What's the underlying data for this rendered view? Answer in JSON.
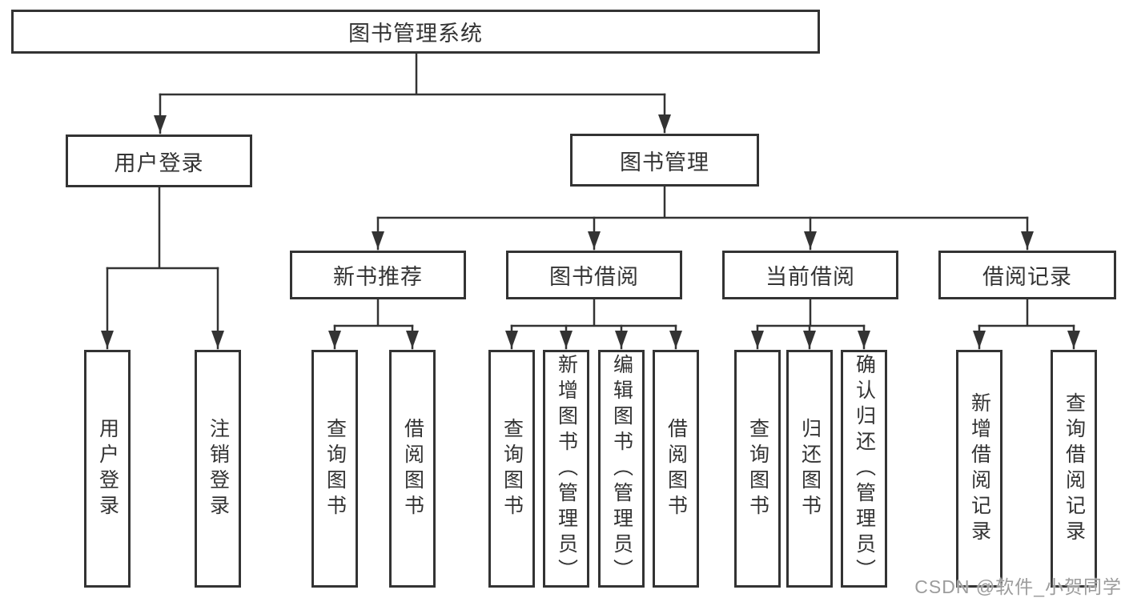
{
  "colors": {
    "line": "#333333",
    "text": "#333333",
    "watermark": "#9c9c9c",
    "background": "#ffffff"
  },
  "watermark": {
    "text": "CSDN @软件_小贺同学"
  },
  "tree": {
    "label": "图书管理系统",
    "children": [
      {
        "label": "用户登录",
        "children": [
          {
            "label": "用户登录"
          },
          {
            "label": "注销登录"
          }
        ]
      },
      {
        "label": "图书管理",
        "children": [
          {
            "label": "新书推荐",
            "children": [
              {
                "label": "查询图书"
              },
              {
                "label": "借阅图书"
              }
            ]
          },
          {
            "label": "图书借阅",
            "children": [
              {
                "label": "查询图书"
              },
              {
                "label": "新增图书（管理员）"
              },
              {
                "label": "编辑图书（管理员）"
              },
              {
                "label": "借阅图书"
              }
            ]
          },
          {
            "label": "当前借阅",
            "children": [
              {
                "label": "查询图书"
              },
              {
                "label": "归还图书"
              },
              {
                "label": "确认归还（管理员）"
              }
            ]
          },
          {
            "label": "借阅记录",
            "children": [
              {
                "label": "新增借阅记录"
              },
              {
                "label": "查询借阅记录"
              }
            ]
          }
        ]
      }
    ]
  }
}
